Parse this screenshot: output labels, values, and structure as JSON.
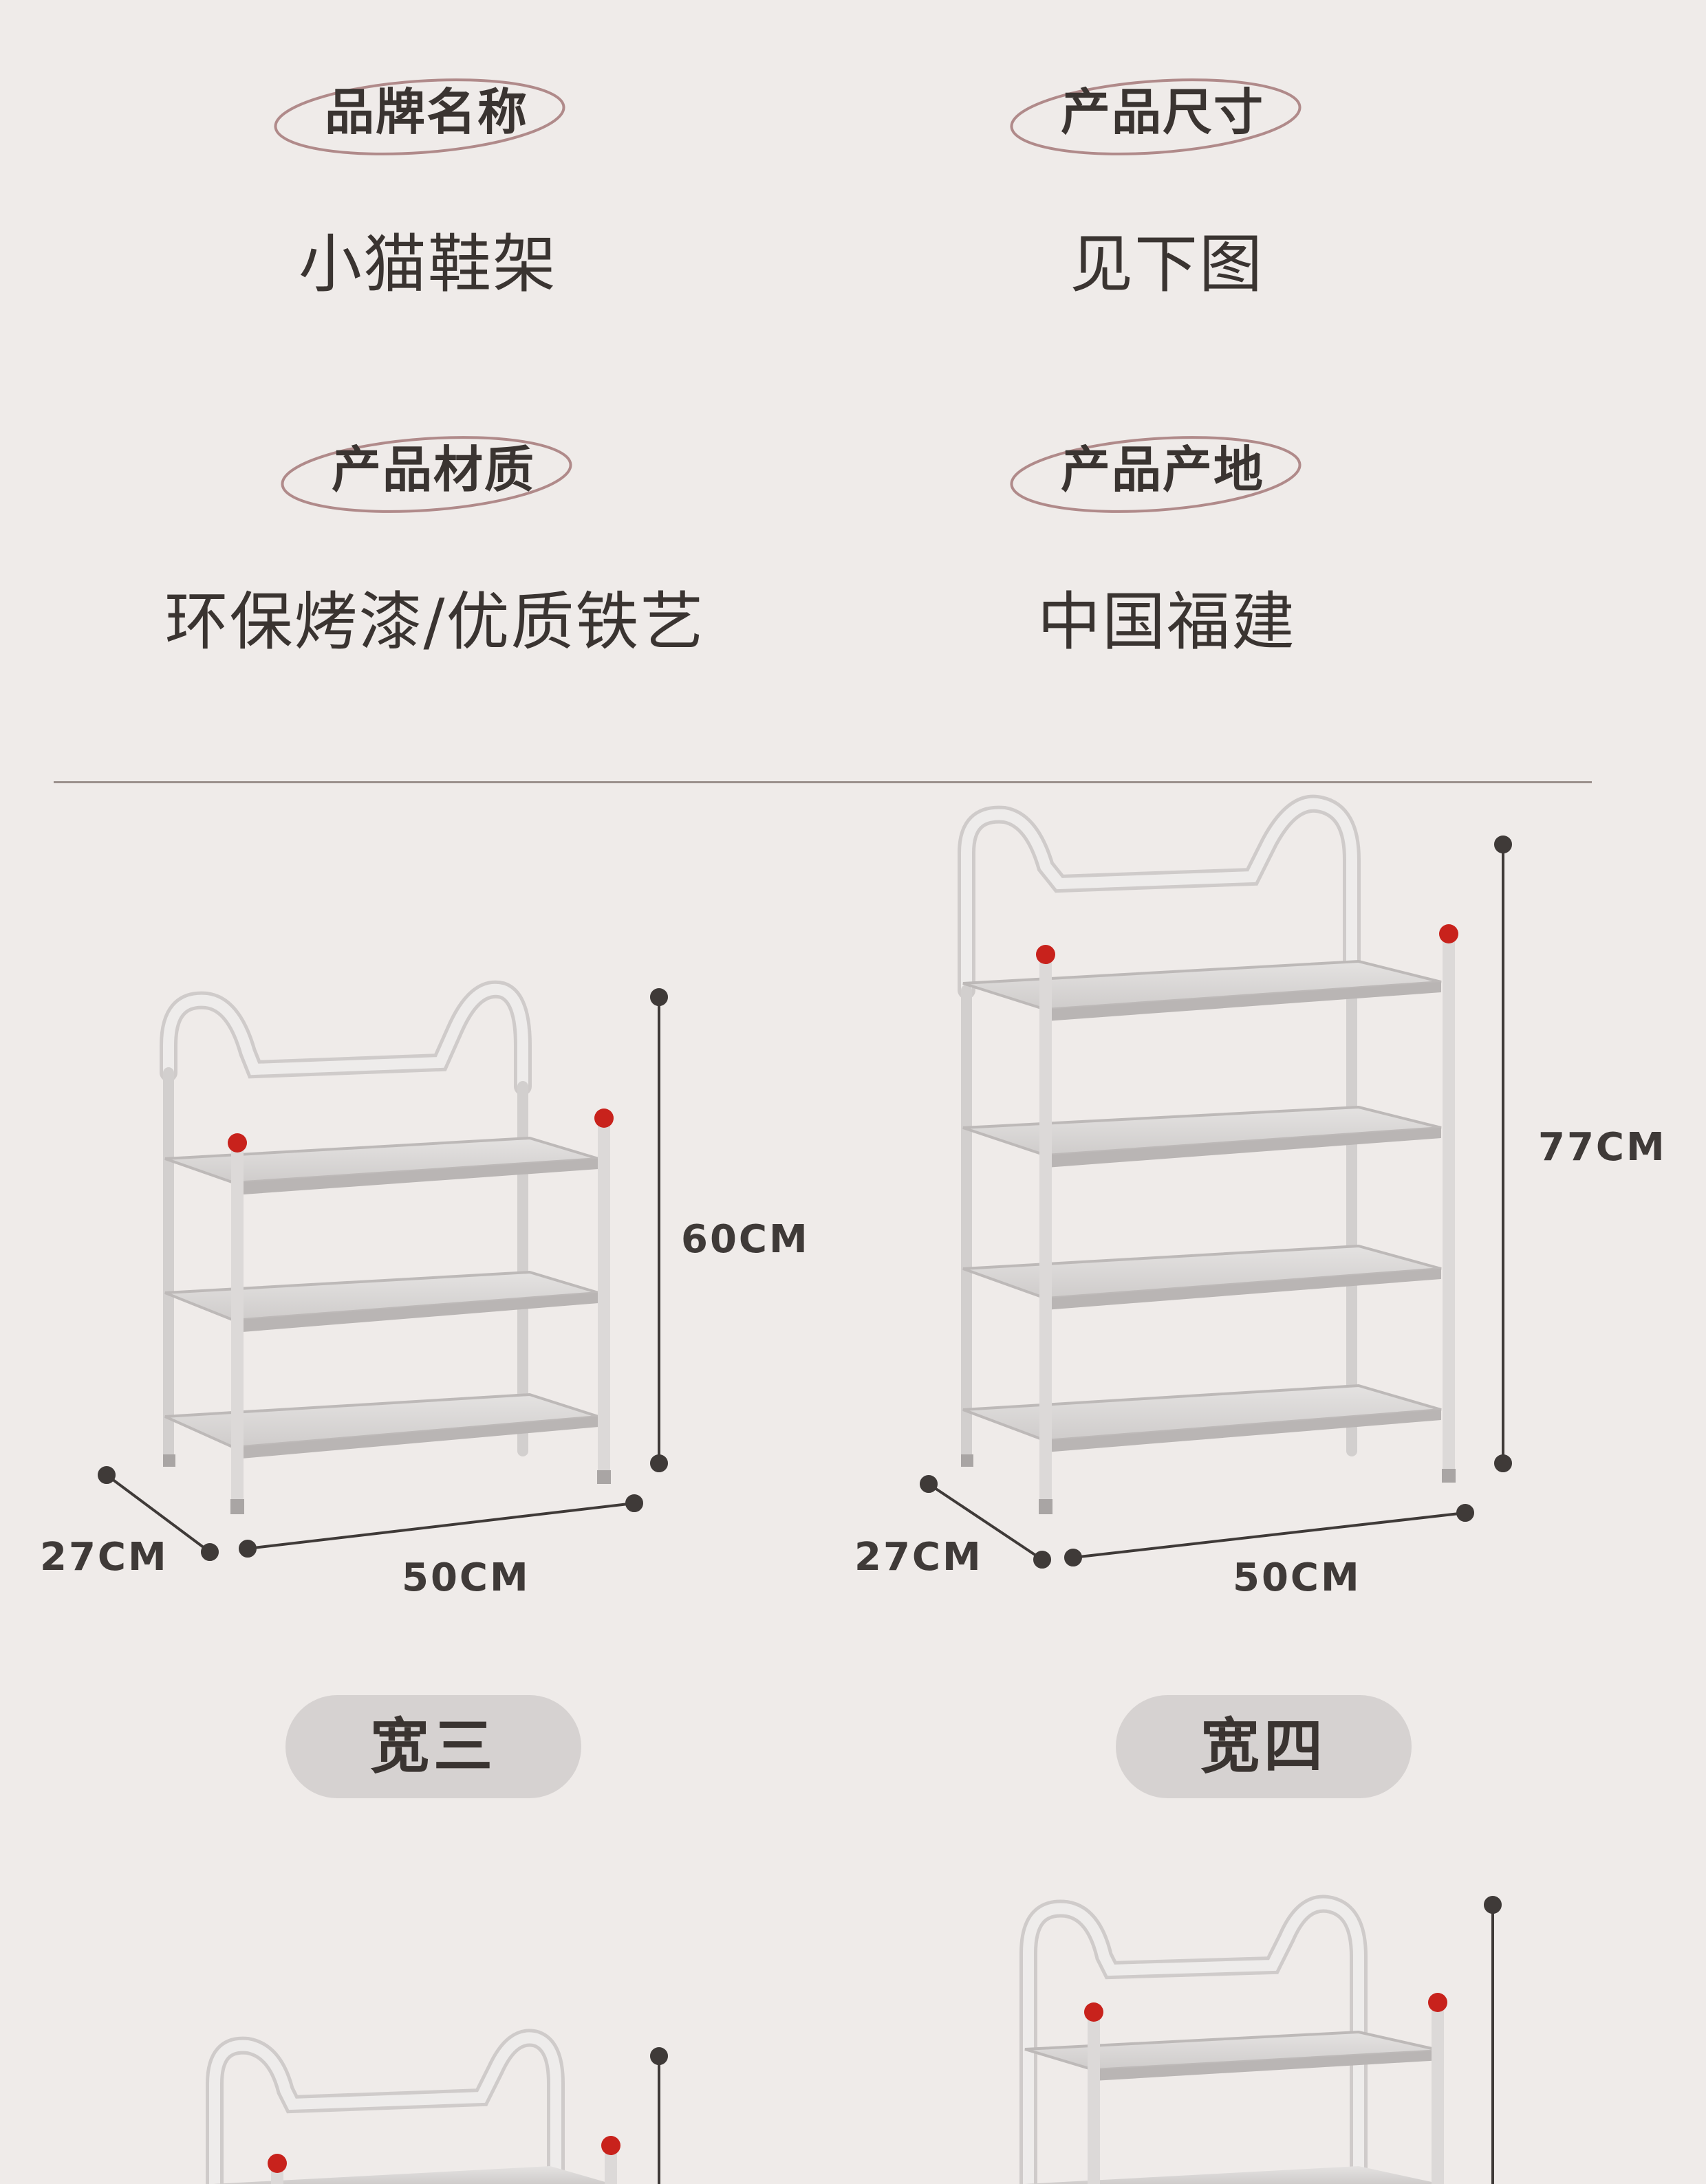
{
  "specs": [
    {
      "label": "品牌名称",
      "value": "小猫鞋架"
    },
    {
      "label": "产品尺寸",
      "value": "见下图"
    },
    {
      "label": "产品材质",
      "value": "环保烤漆/优质铁艺"
    },
    {
      "label": "产品产地",
      "value": "中国福建"
    }
  ],
  "products": [
    {
      "name": "宽三",
      "height": "60CM",
      "width": "50CM",
      "depth": "27CM"
    },
    {
      "name": "宽四",
      "height": "77CM",
      "width": "50CM",
      "depth": "27CM"
    }
  ],
  "colors": {
    "background": "#efebe9",
    "text": "#3a3431",
    "accent_ellipse": "#b08a8a",
    "knob": "#c8221c",
    "pill": "#d6d2d1"
  }
}
